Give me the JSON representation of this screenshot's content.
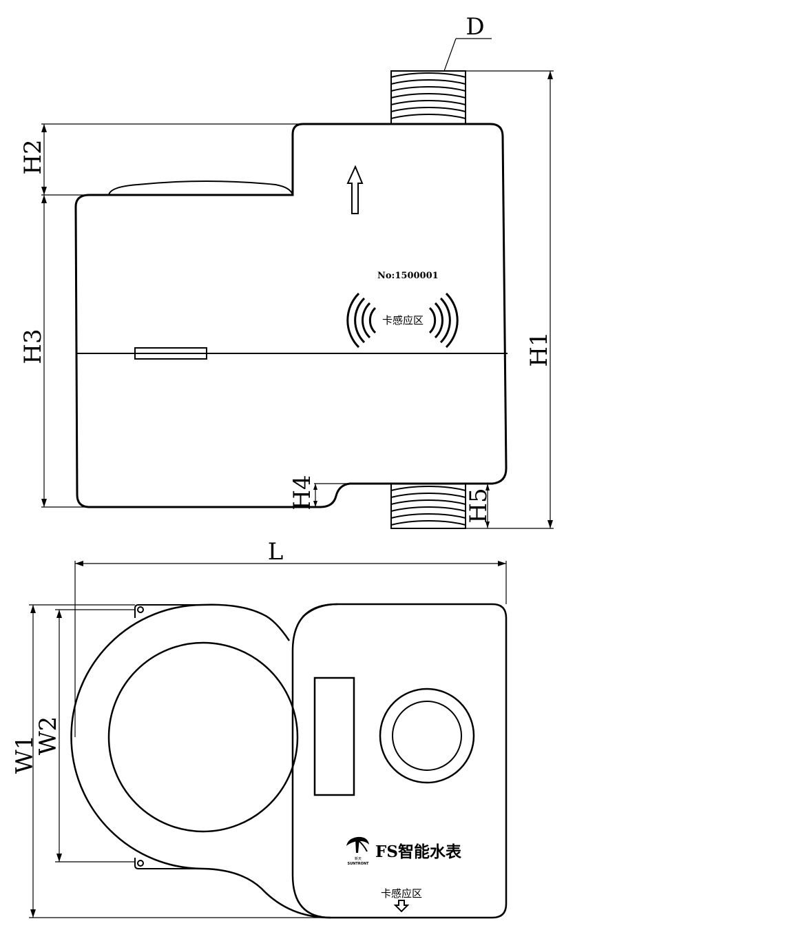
{
  "dimensions": {
    "d": "D",
    "h1": "H1",
    "h2": "H2",
    "h3": "H3",
    "h4": "H4",
    "h5": "H5",
    "l": "L",
    "w1": "W1",
    "w2": "W2"
  },
  "side_view": {
    "serial_number": "No:1500001",
    "card_zone_label": "卡感应区",
    "flow_arrow_icon": "up-arrow-icon",
    "rfid_icon": "nfc-wave-icon"
  },
  "top_view": {
    "product_name": "FS智能水表",
    "brand_logo_icon": "suntront-logo-icon",
    "brand_logo_text": "SUNTRONT",
    "brand_logo_cn": "新天",
    "card_zone_label": "卡感应区",
    "card_arrow_icon": "down-arrow-icon"
  }
}
